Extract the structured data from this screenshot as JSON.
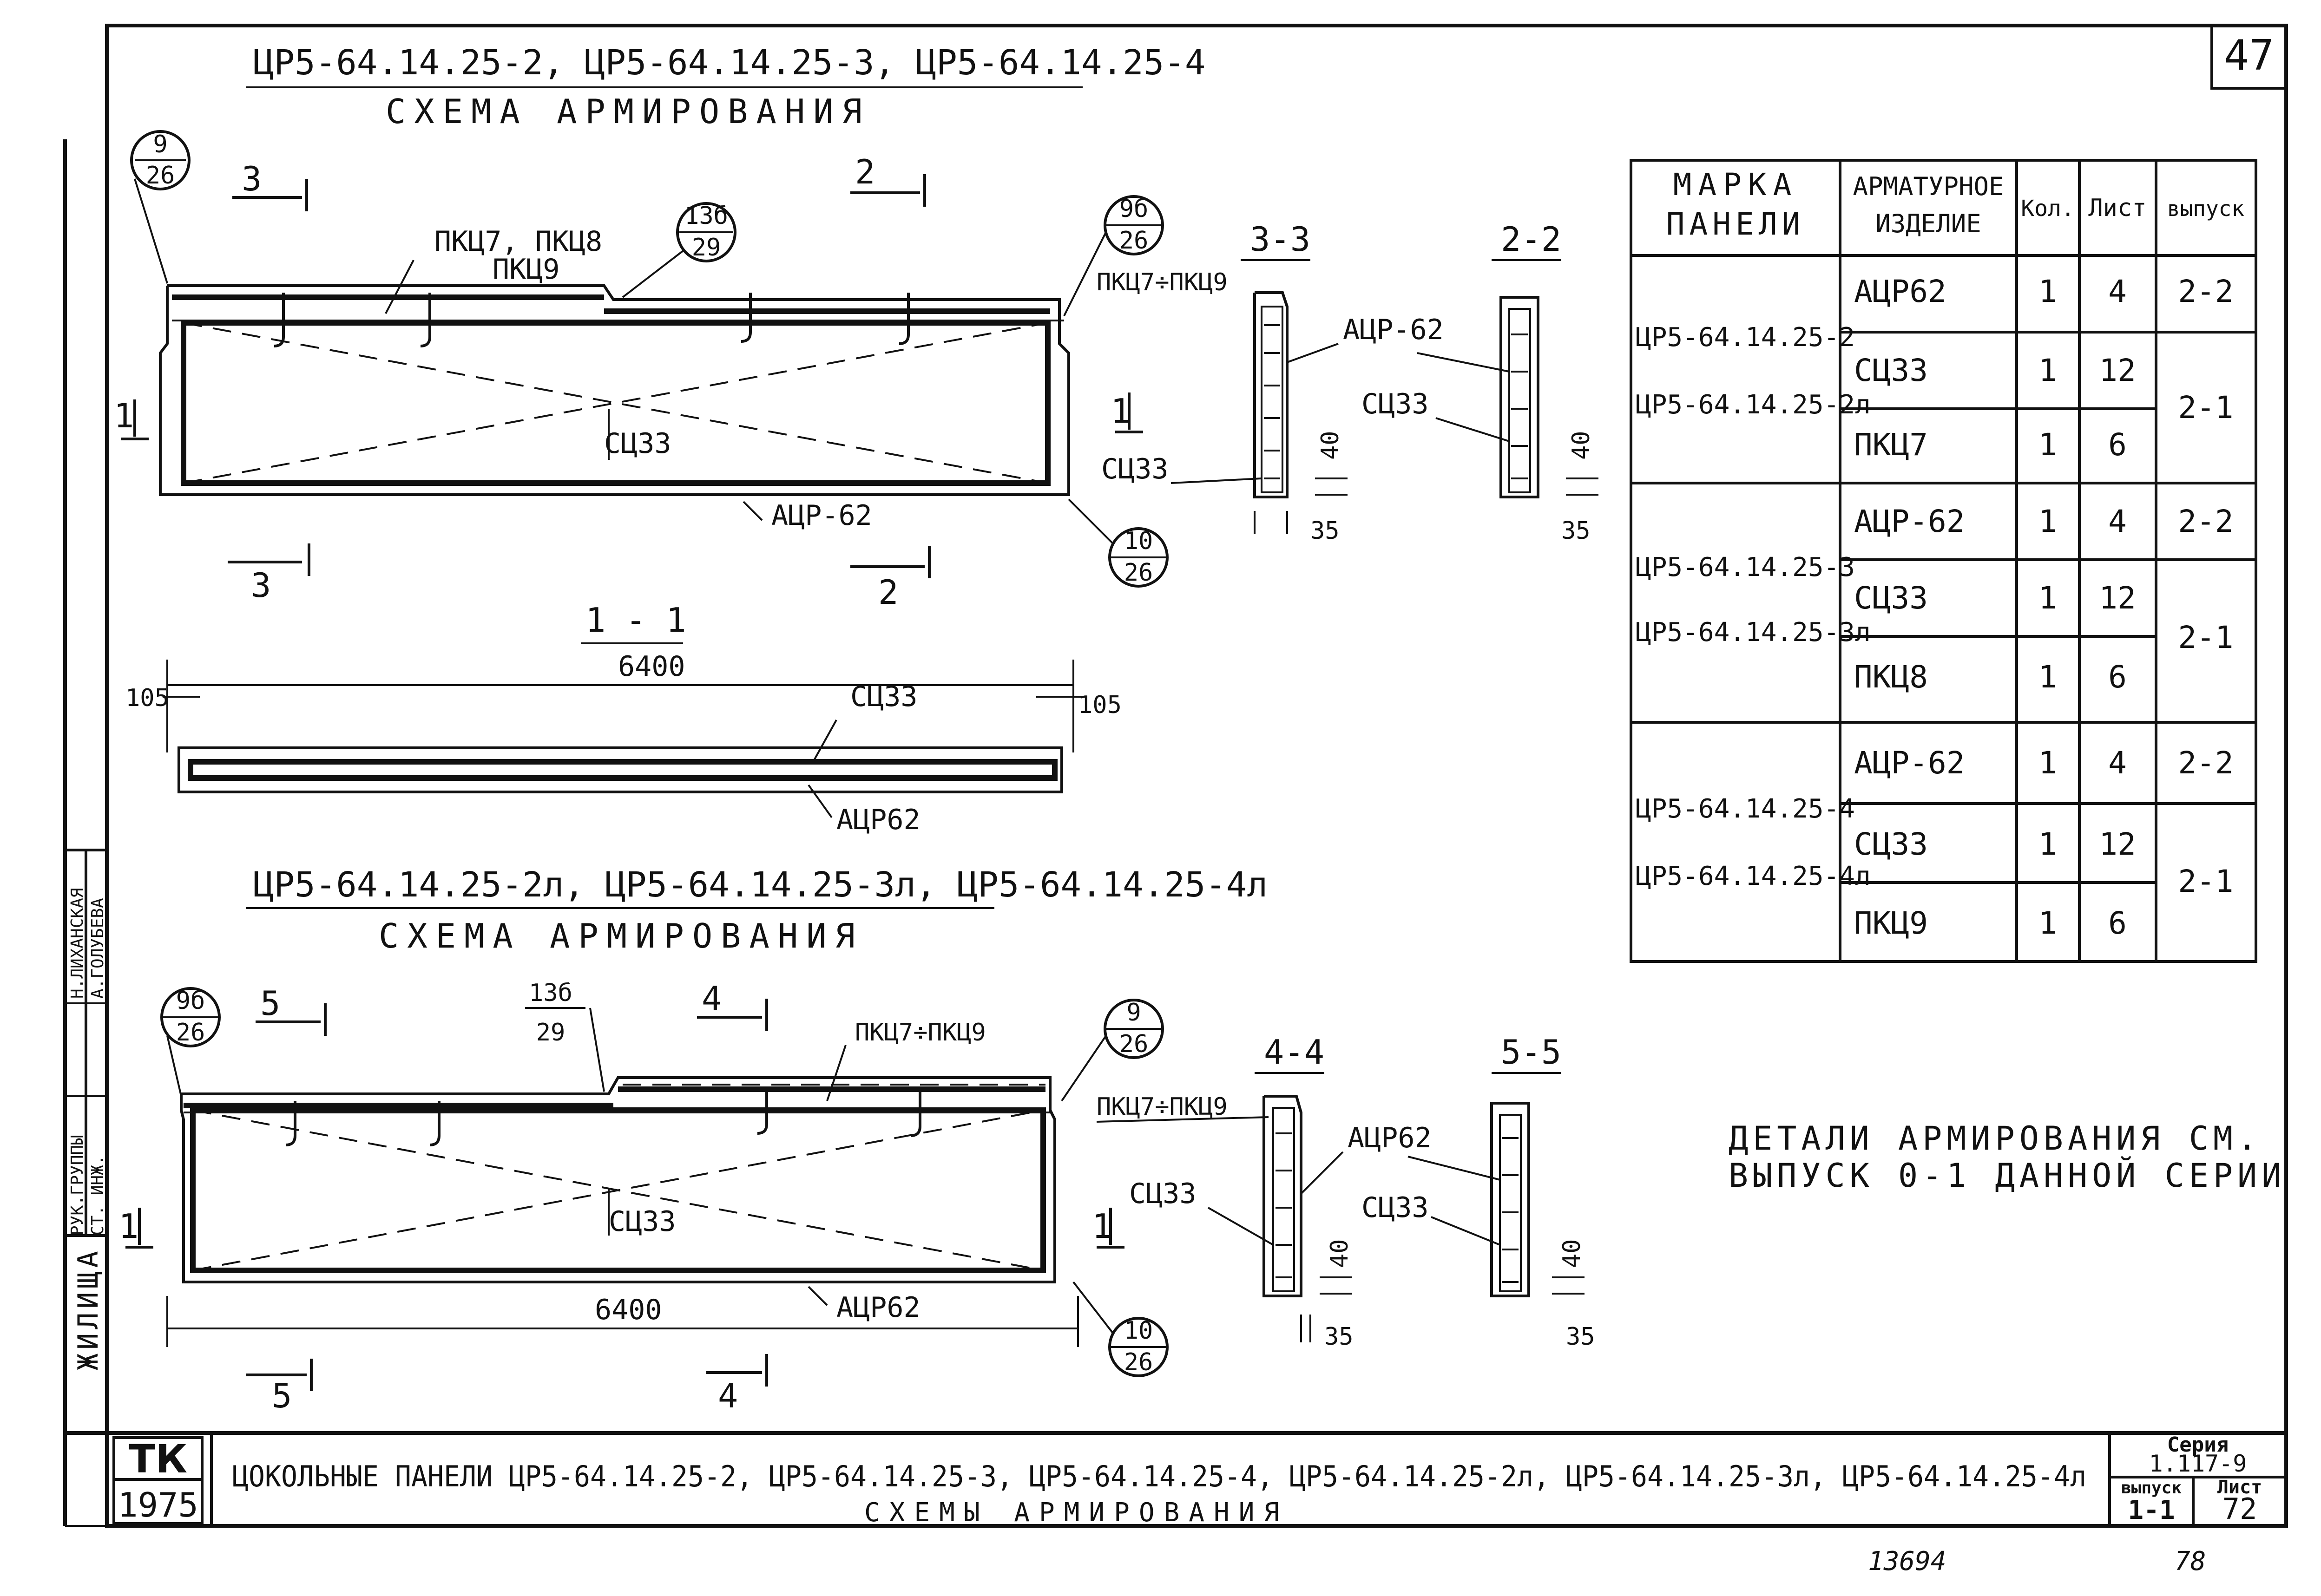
{
  "sheet_corner_number": "47",
  "top_section": {
    "panel_marks": "ЦР5-64.14.25-2, ЦР5-64.14.25-3, ЦР5-64.14.25-4",
    "scheme_title": "СХЕМА АРМИРОВАНИЯ",
    "node_left_top": "9",
    "node_left_bottom": "26",
    "node_mid_top": "13б",
    "node_mid_bottom": "29",
    "node_right_top": "9б",
    "node_right_bottom": "26",
    "node_low_top": "10",
    "node_low_bottom": "26",
    "section_3": "3",
    "section_2": "2",
    "section_1": "1",
    "label_pkc_top": "ПКЦ7, ПКЦ8",
    "label_pkc_bottom": "ПКЦ9",
    "label_range": "ПКЦ7÷ПКЦ9",
    "label_sc33": "СЦ33",
    "label_acr62": "АЦР-62"
  },
  "section_3_3": {
    "title": "3-3",
    "label_acr": "АЦР-62",
    "label_sc": "СЦ33",
    "dim_40": "40",
    "dim_35": "35"
  },
  "section_2_2": {
    "title": "2-2",
    "label_sc": "СЦ33",
    "dim_40": "40",
    "dim_35": "35"
  },
  "section_1_1": {
    "title": "1 - 1",
    "length": "6400",
    "left_offset": "105",
    "right_offset": "105",
    "label_sc": "СЦ33",
    "label_acr": "АЦР62"
  },
  "bottom_section": {
    "panel_marks": "ЦР5-64.14.25-2л, ЦР5-64.14.25-3л, ЦР5-64.14.25-4л",
    "scheme_title": "СХЕМА АРМИРОВАНИЯ",
    "node_left_top": "9б",
    "node_left_bottom": "26",
    "node_mid_top": "13б",
    "node_mid_bottom": "29",
    "node_right_top": "9",
    "node_right_bottom": "26",
    "node_low_top": "10",
    "node_low_bottom": "26",
    "section_5": "5",
    "section_4": "4",
    "section_1": "1",
    "label_range": "ПКЦ7÷ПКЦ9",
    "label_sc33": "СЦ33",
    "label_acr62": "АЦР62",
    "length": "6400"
  },
  "section_4_4": {
    "title": "4-4",
    "label_range": "ПКЦ7÷ПКЦ9",
    "label_acr": "АЦР62",
    "label_sc": "СЦ33",
    "dim_40": "40",
    "dim_35": "35"
  },
  "section_5_5": {
    "title": "5-5",
    "label_sc": "СЦ33",
    "dim_40": "40",
    "dim_35": "35"
  },
  "note": {
    "line1": "ДЕТАЛИ АРМИРОВАНИЯ СМ.",
    "line2": "ВЫПУСК 0-1 ДАННОЙ СЕРИИ"
  },
  "table": {
    "headers": {
      "mark_line1": "МАРКА",
      "mark_line2": "ПАНЕЛИ",
      "item_line1": "АРМАТУРНОЕ",
      "item_line2": "ИЗДЕЛИЕ",
      "qty": "Кол.",
      "sheet": "Лист",
      "issue": "выпуск"
    },
    "groups": [
      {
        "mark_line1": "ЦР5-64.14.25-2",
        "mark_line2": "ЦР5-64.14.25-2л",
        "rows": [
          {
            "item": "АЦР62",
            "qty": "1",
            "sheet": "4"
          },
          {
            "item": "СЦ33",
            "qty": "1",
            "sheet": "12"
          },
          {
            "item": "ПКЦ7",
            "qty": "1",
            "sheet": "6"
          }
        ],
        "issue_first": "2-2",
        "issue_rest": "2-1"
      },
      {
        "mark_line1": "ЦР5-64.14.25-3",
        "mark_line2": "ЦР5-64.14.25-3л",
        "rows": [
          {
            "item": "АЦР-62",
            "qty": "1",
            "sheet": "4"
          },
          {
            "item": "СЦ33",
            "qty": "1",
            "sheet": "12"
          },
          {
            "item": "ПКЦ8",
            "qty": "1",
            "sheet": "6"
          }
        ],
        "issue_first": "2-2",
        "issue_rest": "2-1"
      },
      {
        "mark_line1": "ЦР5-64.14.25-4",
        "mark_line2": "ЦР5-64.14.25-4л",
        "rows": [
          {
            "item": "АЦР-62",
            "qty": "1",
            "sheet": "4"
          },
          {
            "item": "СЦ33",
            "qty": "1",
            "sheet": "12"
          },
          {
            "item": "ПКЦ9",
            "qty": "1",
            "sheet": "6"
          }
        ],
        "issue_first": "2-2",
        "issue_rest": "2-1"
      }
    ]
  },
  "side_stamp": {
    "org": "ЖИЛИЩА",
    "role1": "РУК.ГРУППЫ",
    "name1": "Н.ЛИХАНСКАЯ",
    "role2": "СТ. ИНЖ.",
    "name2": "А.ГОЛУБЕВА"
  },
  "title_block": {
    "org_code": "ТК",
    "year": "1975",
    "title_line1": "ЦОКОЛЬНЫЕ ПАНЕЛИ ЦР5-64.14.25-2, ЦР5-64.14.25-3, ЦР5-64.14.25-4, ЦР5-64.14.25-2л, ЦР5-64.14.25-3л, ЦР5-64.14.25-4л",
    "title_line2": "СХЕМЫ АРМИРОВАНИЯ",
    "series_label": "Серия",
    "series_value": "1.117-9",
    "issue_label": "выпуск",
    "issue_value": "1-1",
    "sheet_label": "Лист",
    "sheet_value": "72"
  },
  "footer": {
    "archive_number": "13694",
    "page_number": "78"
  }
}
